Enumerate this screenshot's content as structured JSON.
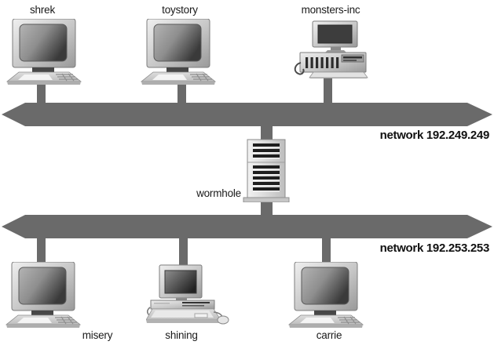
{
  "networks": [
    {
      "label": "network 192.249.249"
    },
    {
      "label": "network 192.253.253"
    }
  ],
  "router": {
    "label": "wormhole"
  },
  "hosts": {
    "top": [
      {
        "label": "shrek"
      },
      {
        "label": "toystory"
      },
      {
        "label": "monsters-inc"
      }
    ],
    "bottom": [
      {
        "label": "misery"
      },
      {
        "label": "shining"
      },
      {
        "label": "carrie"
      }
    ]
  },
  "colors": {
    "bus": "#6a6a6a",
    "text": "#1a1a1a"
  }
}
